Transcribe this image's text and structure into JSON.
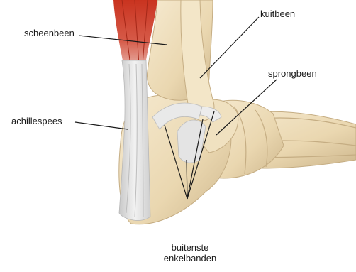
{
  "labels": {
    "scheenbeen": "scheenbeen",
    "kuitbeen": "kuitbeen",
    "sprongbeen": "sprongbeen",
    "achillespees": "achillespees",
    "ligaments_line1": "buitenste",
    "ligaments_line2": "enkelbanden"
  },
  "colors": {
    "bone": "#eddcb6",
    "bone_shadow": "#c9b48d",
    "muscle": "#c23a2a",
    "tendon": "#dedede",
    "ligament": "#e6e6e6",
    "leader_line": "#1a1a1a"
  }
}
